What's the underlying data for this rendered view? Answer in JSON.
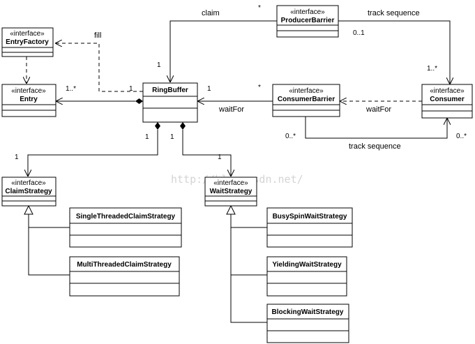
{
  "classes": {
    "producer_barrier": {
      "stereotype": "«interface»",
      "name": "ProducerBarrier"
    },
    "entry_factory": {
      "stereotype": "«interface»",
      "name": "EntryFactory"
    },
    "entry": {
      "stereotype": "«interface»",
      "name": "Entry"
    },
    "ring_buffer": {
      "name": "RingBuffer"
    },
    "consumer_barrier": {
      "stereotype": "«interface»",
      "name": "ConsumerBarrier"
    },
    "consumer": {
      "stereotype": "«interface»",
      "name": "Consumer"
    },
    "claim_strategy": {
      "stereotype": "«interface»",
      "name": "ClaimStrategy"
    },
    "wait_strategy": {
      "stereotype": "«interface»",
      "name": "WaitStrategy"
    },
    "single_threaded": {
      "name": "SingleThreadedClaimStrategy"
    },
    "multi_threaded": {
      "name": "MultiThreadedClaimStrategy"
    },
    "busy_spin": {
      "name": "BusySpinWaitStrategy"
    },
    "yielding": {
      "name": "YieldingWaitStrategy"
    },
    "blocking": {
      "name": "BlockingWaitStrategy"
    }
  },
  "labels": {
    "claim": "claim",
    "fill": "fill",
    "track_sequence_top": "track sequence",
    "wait_for_ring": "waitFor",
    "wait_for_consumer": "waitFor",
    "track_sequence_bottom": "track sequence"
  },
  "multiplicities": {
    "claim_star": "*",
    "claim_ring_one": "1",
    "track_top_producer": "0..1",
    "track_top_consumer": "1..*",
    "entry_many": "1..*",
    "ring_entry_one": "1",
    "ring_wait_one": "1",
    "wait_consumer_barrier_star": "*",
    "ring_claim_one": "1",
    "claim_strategy_one": "1",
    "ring_waitstrat_one": "1",
    "wait_strategy_one": "1",
    "consumer_barrier_many": "0..*",
    "consumer_many": "0..*"
  },
  "watermark": "http://blog.csdn.net/"
}
